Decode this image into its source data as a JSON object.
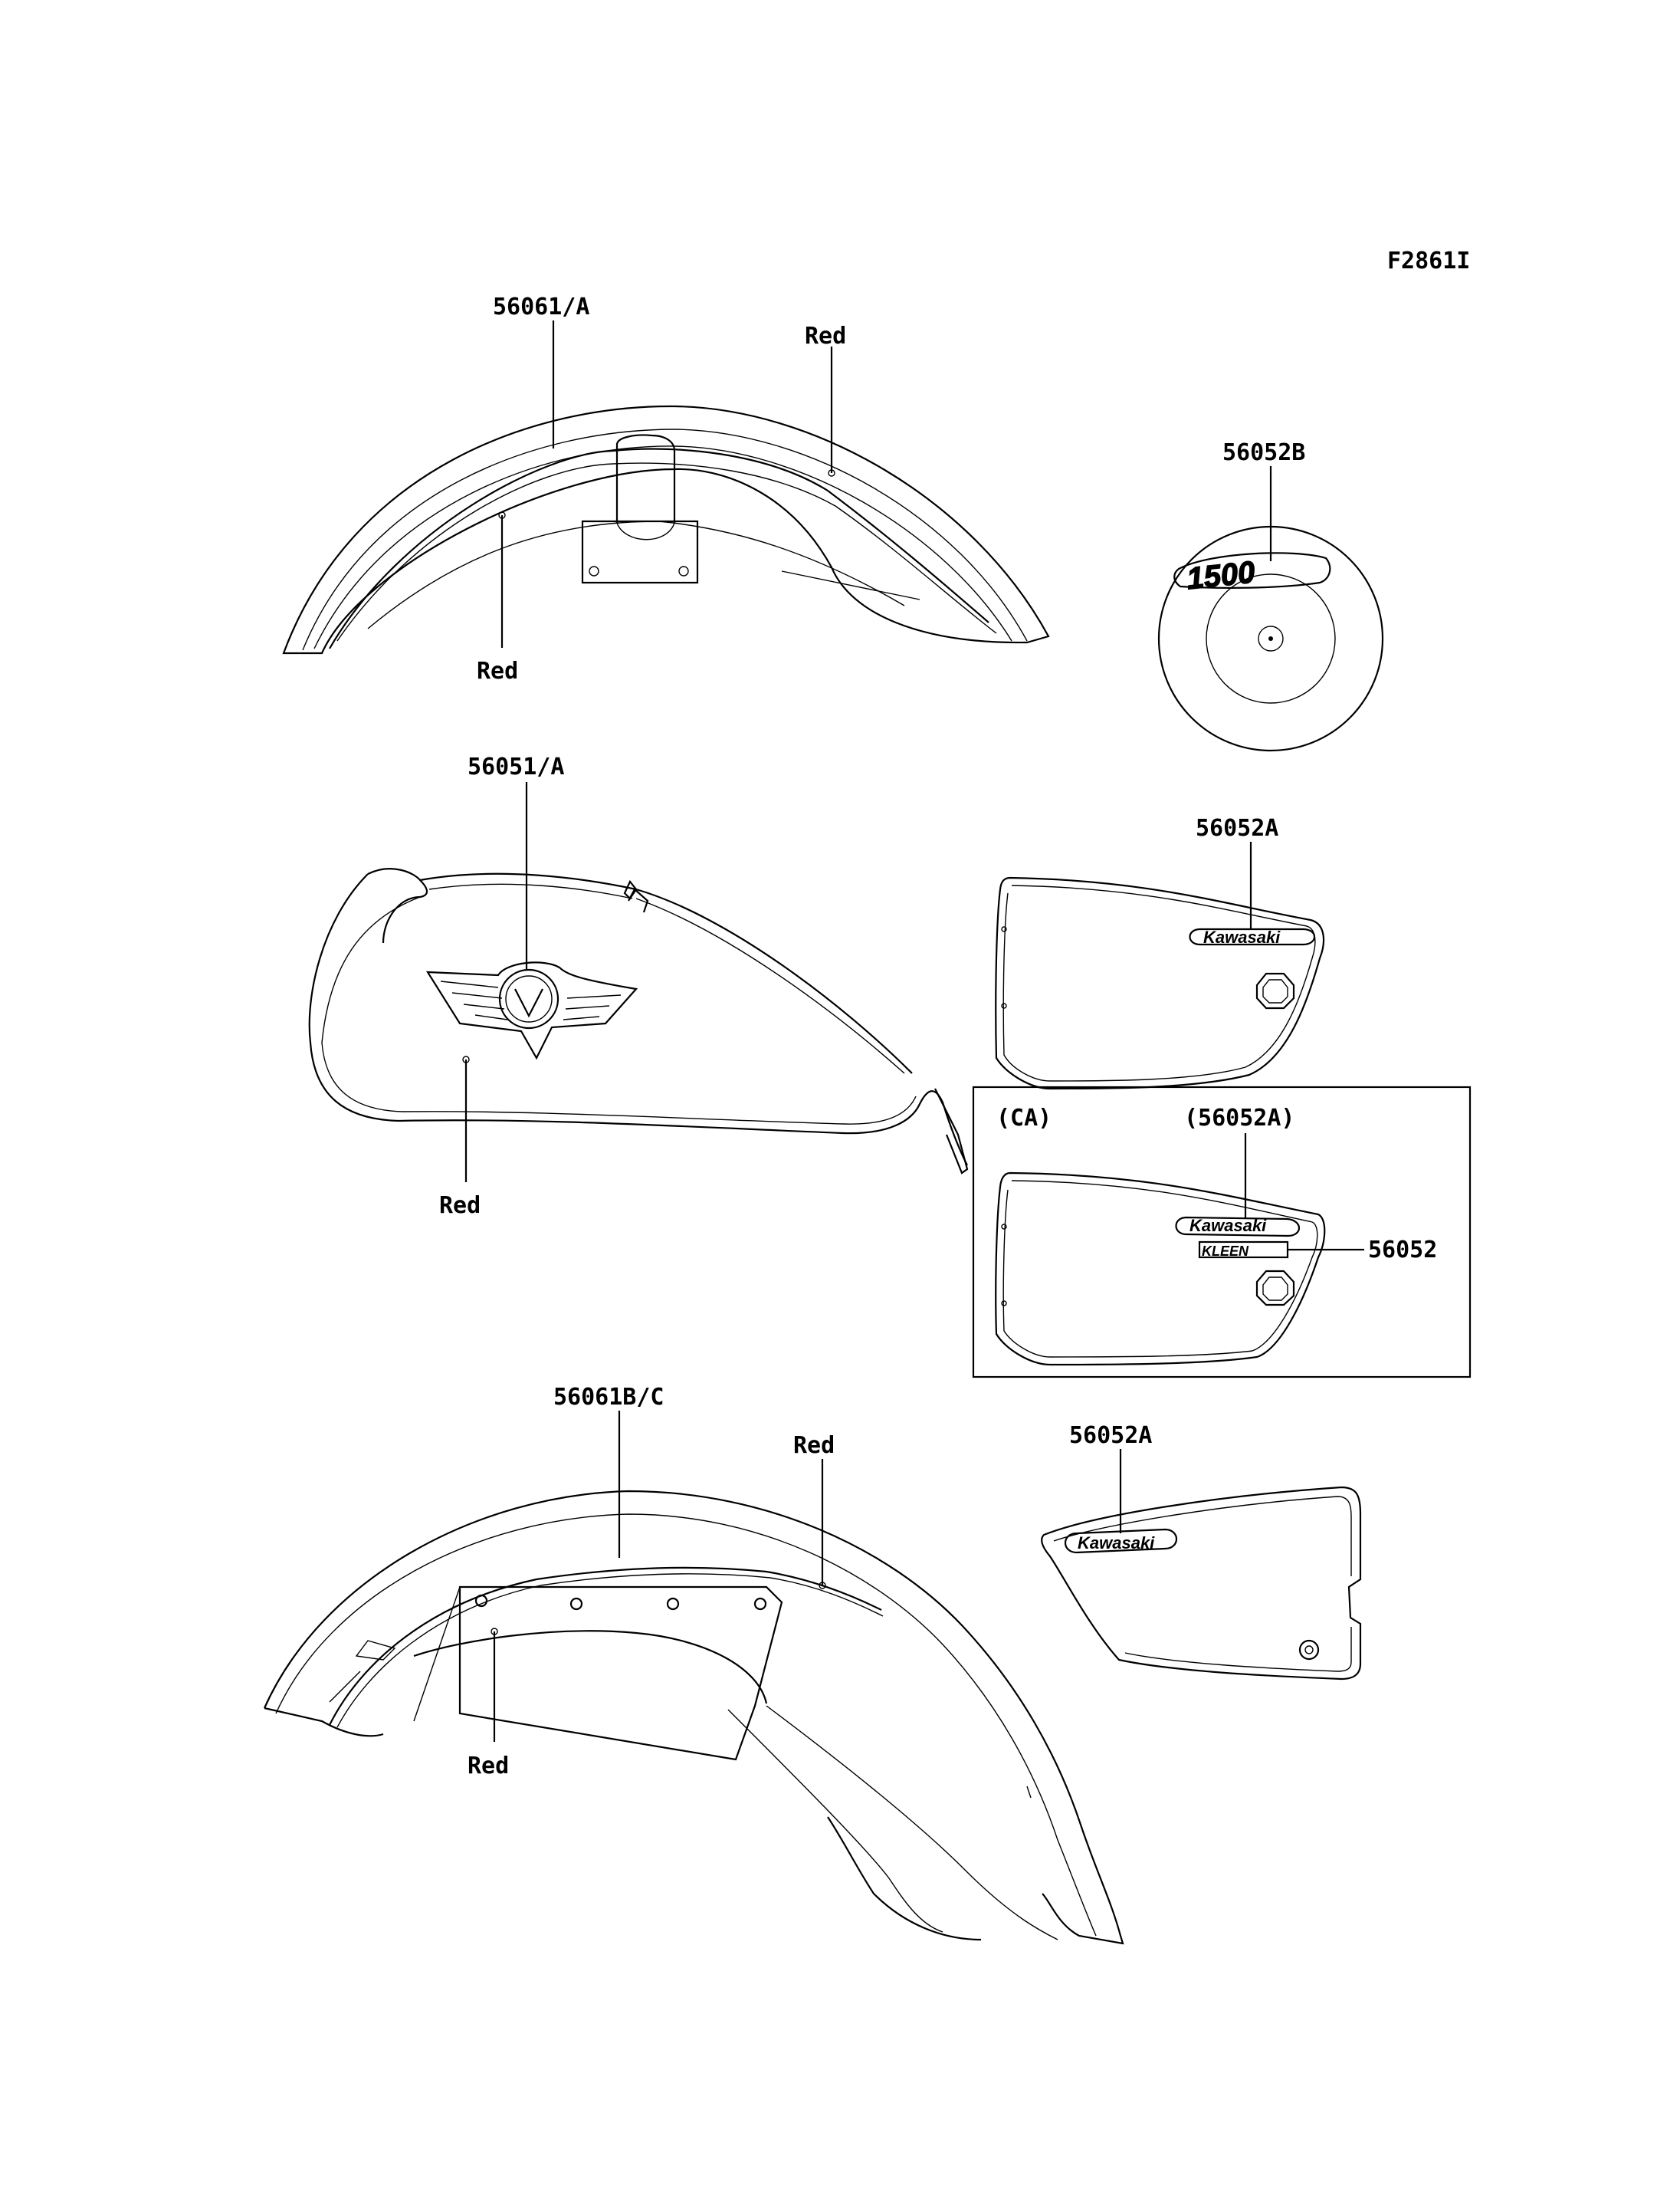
{
  "figure_id": "F2861I",
  "labels": {
    "front_fender_part": "56061/A",
    "front_fender_color_top": "Red",
    "front_fender_color_bottom": "Red",
    "cover_emblem_part": "56052B",
    "cover_emblem_text": "1500",
    "tank_part": "56051/A",
    "tank_color": "Red",
    "side_cover_part": "56052A",
    "side_cover_logo": "Kawasaki",
    "ca_region": "(CA)",
    "ca_side_cover_part": "(56052A)",
    "ca_side_cover_logo": "Kawasaki",
    "ca_extra_label_part": "56052",
    "ca_extra_label_text": "KLEEN",
    "rear_fender_part": "56061B/C",
    "rear_fender_color_top": "Red",
    "rear_fender_color_bottom": "Red",
    "rear_side_cover_part": "56052A",
    "rear_side_cover_logo": "Kawasaki"
  }
}
